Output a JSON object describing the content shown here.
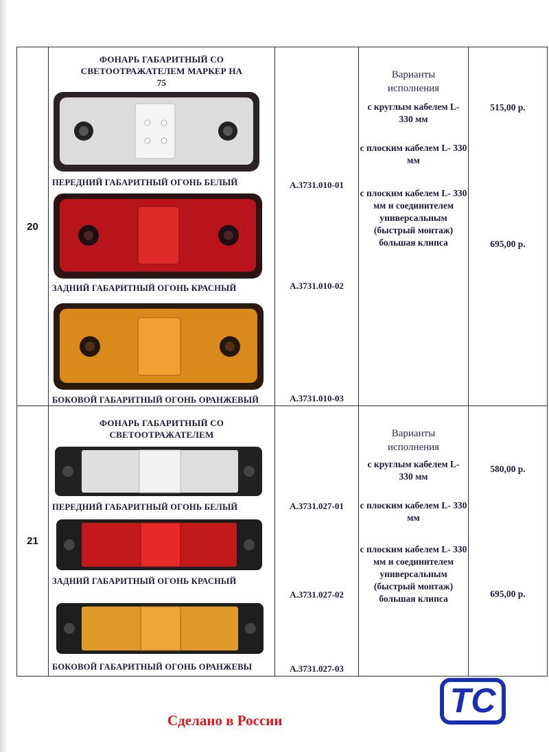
{
  "rows": [
    {
      "number": "20",
      "title": "ФОНАРЬ ГАБАРИТНЫЙ СО СВЕТООТРАЖАТЕЛЕМ  МАРКЕР НА 75",
      "lamps": [
        {
          "label": "ПЕРЕДНИЙ ГАБАРИТНЫЙ ОГОНЬ БЕЛЫЙ",
          "article": "А.3731.010-01",
          "color": "#e8e8e8"
        },
        {
          "label": "ЗАДНИЙ ГАБАРИТНЫЙ ОГОНЬ КРАСНЫЙ",
          "article": "А.3731.010-02",
          "color": "#c41a1a"
        },
        {
          "label": "БОКОВОЙ ГАБАРИТНЫЙ ОГОНЬ ОРАНЖЕВЫЙ",
          "article": "А.3731.010-03",
          "color": "#e89a1a"
        }
      ],
      "variants_heading": "Варианты исполнения",
      "variants": [
        "с круглым кабелем L- 330 мм",
        "с плоским кабелем L- 330 мм",
        "с плоским кабелем L- 330 мм и соединителем универсальным (быстрый монтаж) большая клипса"
      ],
      "prices": [
        "515,00 р.",
        "695,00 р."
      ]
    },
    {
      "number": "21",
      "title": "ФОНАРЬ ГАБАРИТНЫЙ СО СВЕТООТРАЖАТЕЛЕМ",
      "lamps": [
        {
          "label": "ПЕРЕДНИЙ ГАБАРИТНЫЙ ОГОНЬ БЕЛЫЙ",
          "article": "А.3731.027-01",
          "color": "#e8e8e8"
        },
        {
          "label": "ЗАДНИЙ ГАБАРИТНЫЙ ОГОНЬ КРАСНЫЙ",
          "article": "А.3731.027-02",
          "color": "#c41a1a"
        },
        {
          "label": "БОКОВОЙ ГАБАРИТНЫЙ ОГОНЬ ОРАНЖЕВЫ",
          "article": "А.3731.027-03",
          "color": "#e89a1a"
        }
      ],
      "variants_heading": "Варианты исполнения",
      "variants": [
        "с круглым кабелем L- 330 мм",
        "с плоским кабелем L- 330 мм",
        "с плоским кабелем L- 330 мм и соединителем универсальным (быстрый монтаж) большая клипса"
      ],
      "prices": [
        "580,00 р.",
        "695,00 р."
      ]
    }
  ],
  "footer": {
    "made_in": "Сделано в России",
    "logo_text": "TC",
    "logo_color": "#1b2fb5",
    "made_in_color": "#e0141c"
  }
}
